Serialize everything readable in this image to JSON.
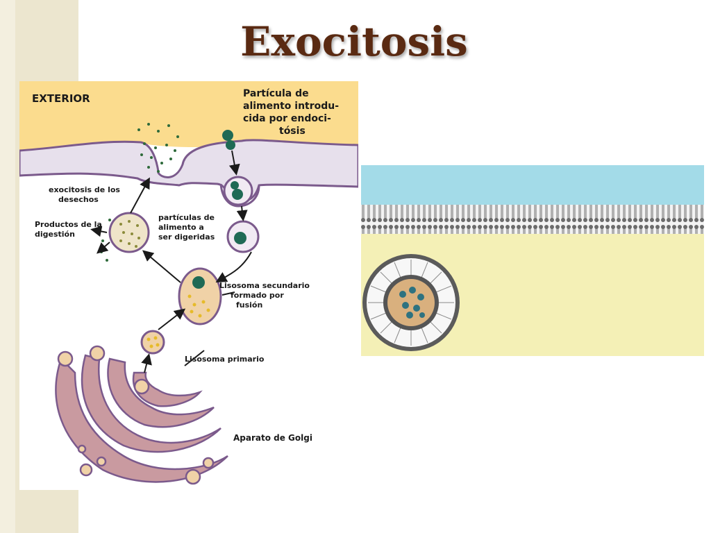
{
  "slide": {
    "title": "Exocitosis"
  },
  "diagram": {
    "exterior": "EXTERIOR",
    "food_particle_lines": [
      "Partícula de",
      "alimento introdu-",
      "cida por endoci-",
      "tósis"
    ],
    "waste_lines": [
      "exocitosis de los",
      "desechos"
    ],
    "digestion_lines": [
      "Productos de la",
      "digestión"
    ],
    "food_digest_lines": [
      "partículas de",
      "alimento a",
      "ser digeridas"
    ],
    "secondary_lines": [
      "Lisosoma secundario",
      "formado por",
      "fusión"
    ],
    "primary": "Lisosoma primario",
    "golgi": "Aparato de Golgi"
  },
  "colors": {
    "exterior": "#fbdc8e",
    "membrane": "#e7e0ec",
    "membrane_edge": "#7b5a8c",
    "golgi": "#c99aa0",
    "particle": "#1f6a55",
    "granule": "#e6bb2a",
    "water": "#a3dbe8",
    "cytoplasm": "#f4f0b6"
  }
}
